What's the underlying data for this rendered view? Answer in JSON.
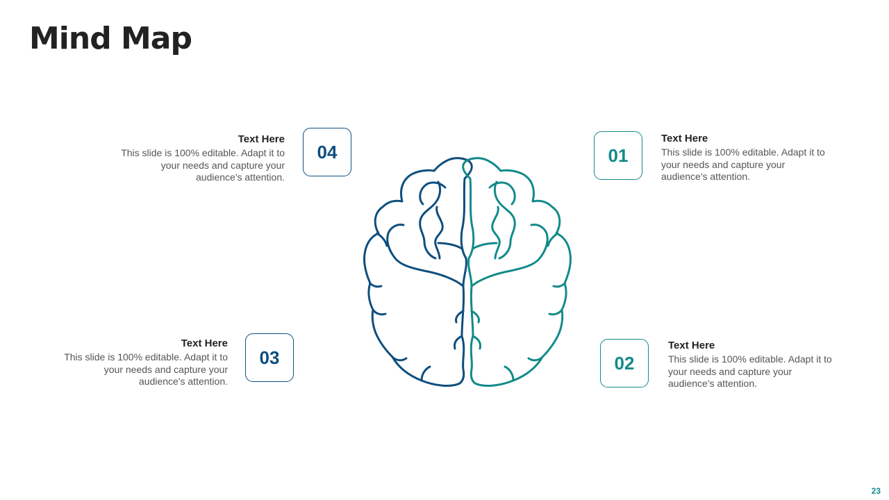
{
  "slide": {
    "title": "Mind Map",
    "page_number": "23"
  },
  "colors": {
    "dark_blue": "#0e4e7e",
    "teal": "#138a8a"
  },
  "items": [
    {
      "number": "01",
      "heading": "Text Here",
      "description": "This slide is 100% editable. Adapt it to your needs and capture your audience's attention."
    },
    {
      "number": "02",
      "heading": "Text Here",
      "description": "This slide is 100% editable. Adapt it to your needs and capture your audience's attention."
    },
    {
      "number": "03",
      "heading": "Text Here",
      "description": "This slide is 100% editable. Adapt it to your needs and capture your audience's attention."
    },
    {
      "number": "04",
      "heading": "Text Here",
      "description": "This slide is 100% editable. Adapt it to your needs and capture your audience's attention."
    }
  ],
  "icons": {
    "center": "brain-icon"
  }
}
